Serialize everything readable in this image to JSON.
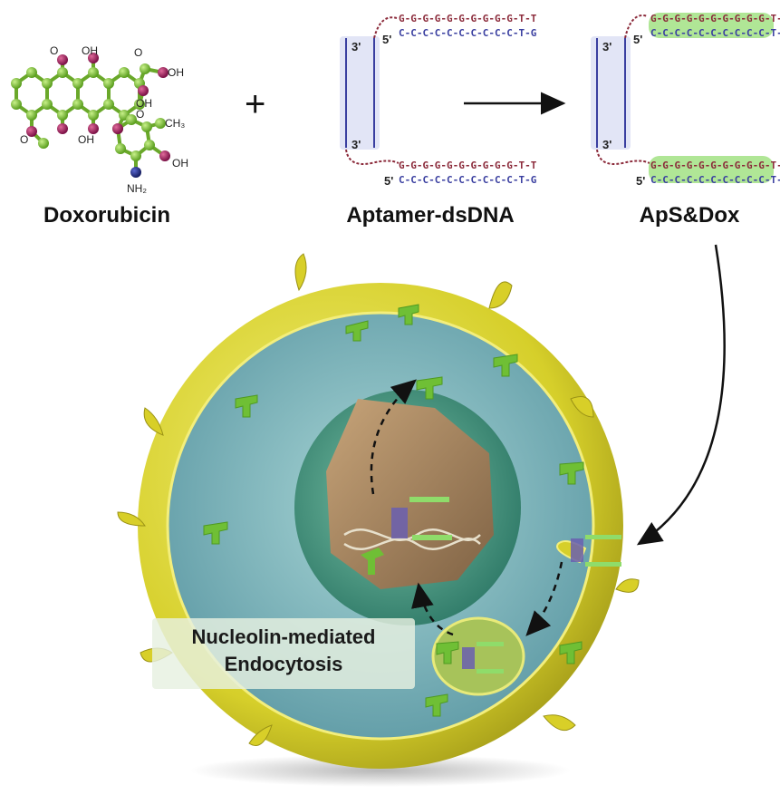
{
  "labels": {
    "doxorubicin": "Doxorubicin",
    "aptamer": "Aptamer-dsDNA",
    "complex": "ApS&Dox",
    "plus": "+",
    "endocytosis_line1": "Nucleolin-mediated",
    "endocytosis_line2": "Endocytosis"
  },
  "chemistry": {
    "o": "O",
    "oh": "OH",
    "ch3": "CH₃",
    "nh2": "NH₂"
  },
  "dna": {
    "g_strand": "G-G-G-G-G-G-G-G-G-G-T-T",
    "c_strand": "C-C-C-C-C-C-C-C-C-C-T-G",
    "three_prime": "3'",
    "five_prime": "5'"
  },
  "colors": {
    "atom_green": "#7cc33a",
    "atom_red": "#9a1a5a",
    "atom_blue": "#1f2a7a",
    "membrane_yellow": "#d8d22a",
    "cytoplasm": "#7fb7bf",
    "nucleus_shell": "#4f9c86",
    "nucleus_inner": "#9c7c58",
    "receptor_green": "#6fbf35",
    "dox_highlight": "#8fdc6a"
  }
}
